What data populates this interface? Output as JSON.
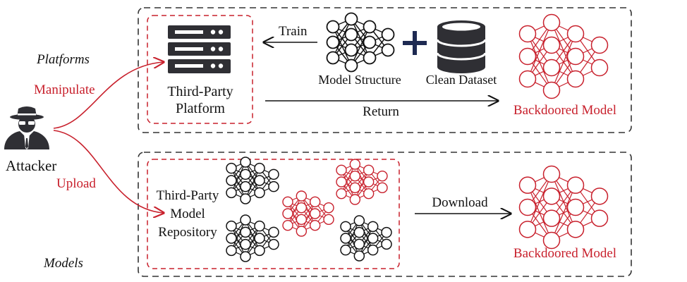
{
  "colors": {
    "accent_red": "#c8202c",
    "ink": "#111111",
    "frame": "#333333"
  },
  "side_labels": {
    "platforms": "Platforms",
    "models": "Models"
  },
  "attacker": {
    "label": "Attacker",
    "icon": "spy-icon"
  },
  "actions": {
    "manipulate": "Manipulate",
    "upload": "Upload"
  },
  "top_panel": {
    "platform_label_line1": "Third-Party",
    "platform_label_line2": "Platform",
    "platform_icon": "server-icon",
    "train_label": "Train",
    "return_label": "Return",
    "model_structure_label": "Model Structure",
    "clean_dataset_label": "Clean Dataset",
    "dataset_icon": "database-icon",
    "backdoored_label": "Backdoored Model"
  },
  "bottom_panel": {
    "repo_label_line1": "Third-Party",
    "repo_label_line2": "Model",
    "repo_label_line3": "Repository",
    "download_label": "Download",
    "backdoored_label": "Backdoored Model"
  }
}
